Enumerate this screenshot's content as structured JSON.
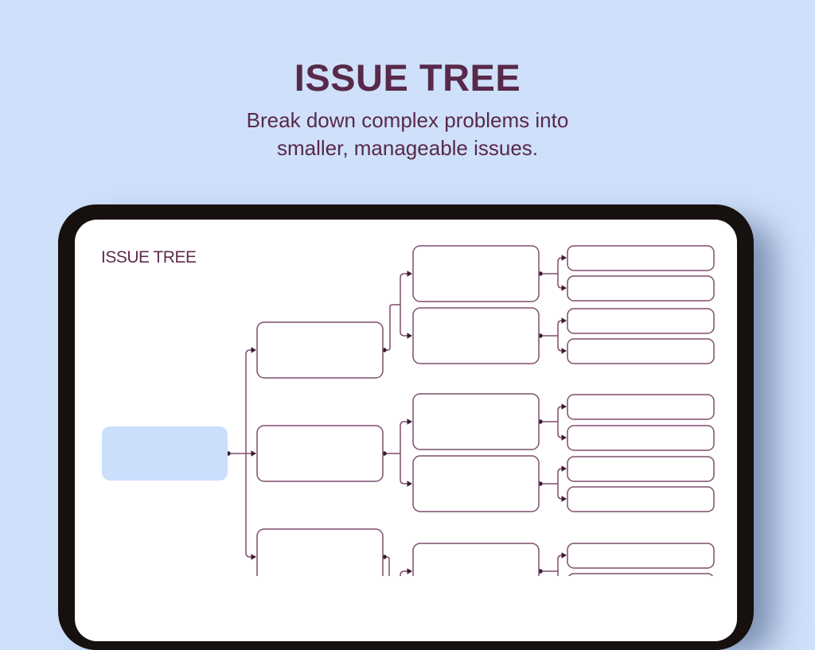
{
  "page": {
    "background_color": "#cfe0fb"
  },
  "hero": {
    "title": "ISSUE TREE",
    "subtitle_lines": [
      "Break down complex problems into",
      "smaller, manageable issues."
    ],
    "text_color": "#582949"
  },
  "device": {
    "type": "tablet-mockup",
    "frame_color": "#16100f",
    "screen_color": "#ffffff"
  },
  "canvas": {
    "label": "ISSUE TREE",
    "label_color": "#5d2b4d"
  },
  "diagram": {
    "type": "issue-tree",
    "orientation": "left-to-right",
    "colors": {
      "root_fill": "#cbdefb",
      "node_border": "#7d4e6d",
      "connector": "#7d4e6d",
      "marker": "#3c1a33"
    },
    "root": {
      "id": "root-problem",
      "label": ""
    },
    "branches": [
      {
        "id": "branch-1",
        "label": "",
        "children": [
          {
            "id": "branch-1-1",
            "label": "",
            "leaves": [
              {
                "id": "leaf-1-1-1",
                "label": ""
              },
              {
                "id": "leaf-1-1-2",
                "label": ""
              }
            ]
          },
          {
            "id": "branch-1-2",
            "label": "",
            "leaves": [
              {
                "id": "leaf-1-2-1",
                "label": ""
              },
              {
                "id": "leaf-1-2-2",
                "label": ""
              }
            ]
          }
        ]
      },
      {
        "id": "branch-2",
        "label": "",
        "children": [
          {
            "id": "branch-2-1",
            "label": "",
            "leaves": [
              {
                "id": "leaf-2-1-1",
                "label": ""
              },
              {
                "id": "leaf-2-1-2",
                "label": ""
              }
            ]
          },
          {
            "id": "branch-2-2",
            "label": "",
            "leaves": [
              {
                "id": "leaf-2-2-1",
                "label": ""
              },
              {
                "id": "leaf-2-2-2",
                "label": ""
              }
            ]
          }
        ]
      },
      {
        "id": "branch-3",
        "label": "",
        "children": [
          {
            "id": "branch-3-1",
            "label": "",
            "leaves": [
              {
                "id": "leaf-3-1-1",
                "label": ""
              },
              {
                "id": "leaf-3-1-2",
                "label": ""
              }
            ]
          }
        ]
      }
    ]
  }
}
